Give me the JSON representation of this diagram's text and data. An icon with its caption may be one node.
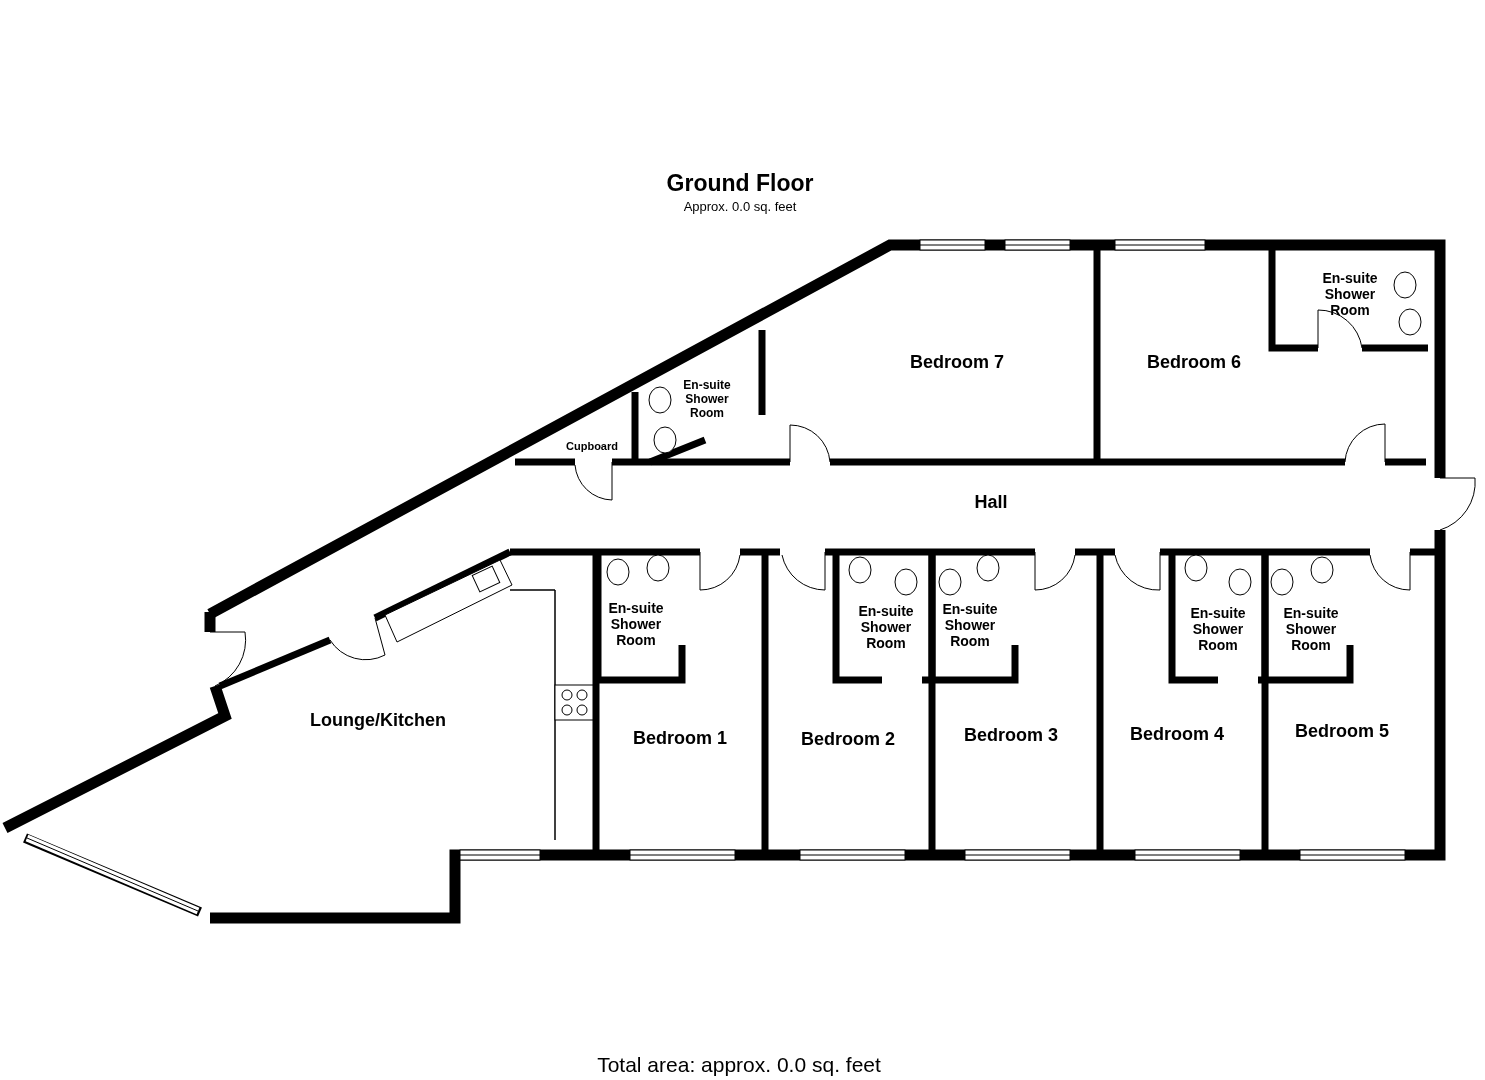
{
  "diagram": {
    "title": "Ground Floor",
    "caption": "Total area: approx. 0.0 sq. feet",
    "labels": [
      "Approx. 0.0 sq. feet",
      "En-suite Shower Room",
      "Bedroom 7",
      "Bedroom 6",
      "En-suite Shower Room",
      "Cupboard",
      "Hall",
      "En-suite Shower Room",
      "En-suite Shower Room",
      "En-suite Shower Room",
      "En-suite Shower Room",
      "En-suite Shower Room",
      "Lounge/Kitchen",
      "Bedroom 1",
      "Bedroom 2",
      "Bedroom 3",
      "Bedroom 4",
      "Bedroom 5"
    ]
  }
}
